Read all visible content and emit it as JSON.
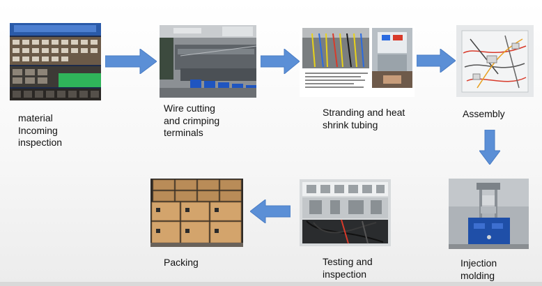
{
  "steps": [
    {
      "id": "material",
      "label": "material\nIncoming\ninspection"
    },
    {
      "id": "wire-cutting",
      "label": "Wire cutting\nand crimping\nterminals"
    },
    {
      "id": "stranding",
      "label": "Stranding and  heat\nshrink tubing"
    },
    {
      "id": "assembly",
      "label": "Assembly"
    },
    {
      "id": "injection",
      "label": "Injection\nmolding"
    },
    {
      "id": "testing",
      "label": "Testing and\ninspection"
    },
    {
      "id": "packing",
      "label": "Packing"
    }
  ],
  "colors": {
    "arrow": "#5b8fd6",
    "arrow_edge": "#4a7cc4",
    "carton": "#c99a63",
    "machine_blue": "#1f4fa8"
  }
}
